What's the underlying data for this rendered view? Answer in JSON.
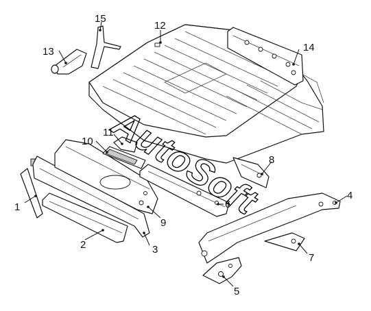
{
  "watermark": "AutoSoft",
  "callouts": [
    {
      "id": "1",
      "label": "1"
    },
    {
      "id": "2",
      "label": "2"
    },
    {
      "id": "3",
      "label": "3"
    },
    {
      "id": "4",
      "label": "4"
    },
    {
      "id": "5",
      "label": "5"
    },
    {
      "id": "6",
      "label": "6"
    },
    {
      "id": "7",
      "label": "7"
    },
    {
      "id": "8",
      "label": "8"
    },
    {
      "id": "9",
      "label": "9"
    },
    {
      "id": "10",
      "label": "10"
    },
    {
      "id": "11",
      "label": "11"
    },
    {
      "id": "12",
      "label": "12"
    },
    {
      "id": "13",
      "label": "13"
    },
    {
      "id": "14",
      "label": "14"
    },
    {
      "id": "15",
      "label": "15"
    }
  ]
}
